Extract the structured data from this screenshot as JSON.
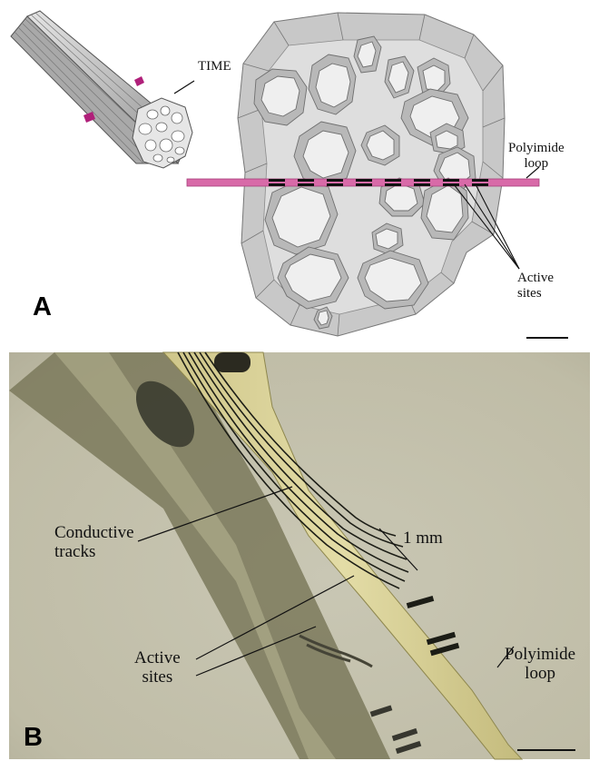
{
  "panel_a": {
    "letter": "A",
    "time_label": "TIME",
    "polyimide_label": "Polyimide\nloop",
    "active_label": "Active\nsites"
  },
  "panel_b": {
    "letter": "B",
    "conductive_label": "Conductive\ntracks",
    "scale_label": "1 mm",
    "active_label": "Active\nsites",
    "polyimide_label": "Polyimide\nloop"
  },
  "colors": {
    "polyimide": "#d86aa8",
    "marker": "#b0207a",
    "nerve_fill": "#d4d4d4",
    "fascicle_fill": "#bcbcbc",
    "micro_background": "#c5c2ad"
  }
}
